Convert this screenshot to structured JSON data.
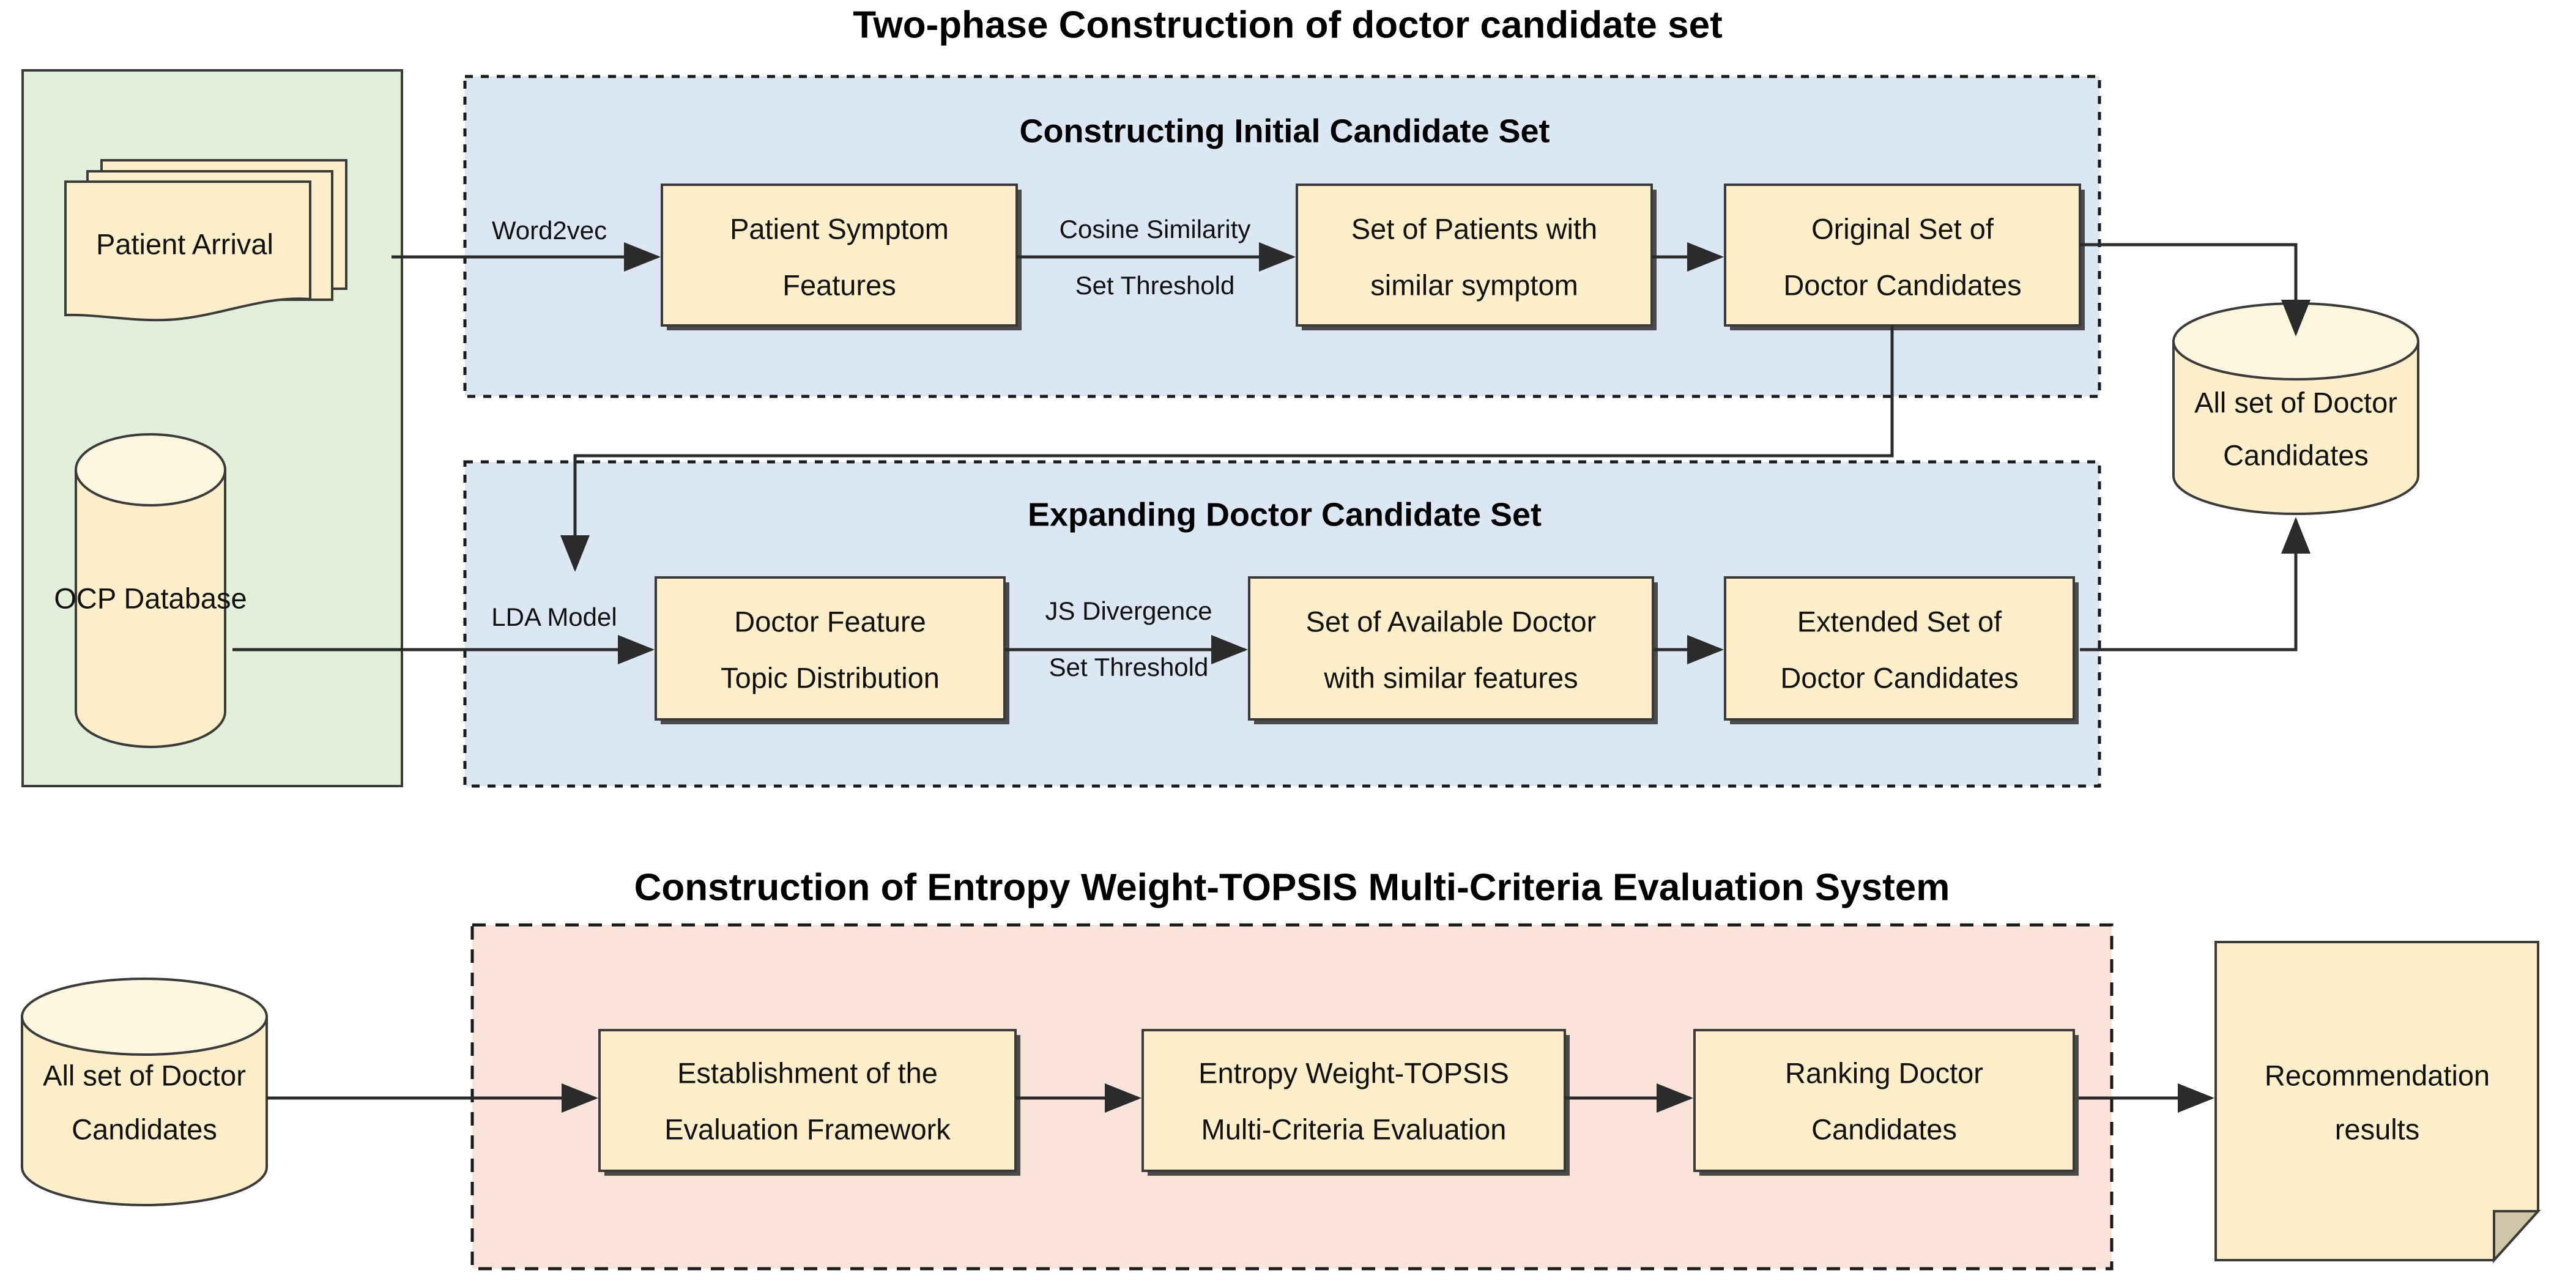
{
  "titles": {
    "main": "Two-phase Construction of doctor candidate set",
    "phase1": "Constructing Initial Candidate Set",
    "phase2": "Expanding Doctor Candidate Set",
    "bottom": "Construction of Entropy Weight-TOPSIS Multi-Criteria Evaluation System"
  },
  "sources": {
    "patient_arrival": "Patient  Arrival",
    "ocp_database": "OCP Database"
  },
  "phase1_nodes": [
    {
      "l1": "Patient Symptom",
      "l2": "Features"
    },
    {
      "l1": "Set of Patients with",
      "l2": "similar symptom"
    },
    {
      "l1": "Original Set  of",
      "l2": "Doctor Candidates"
    }
  ],
  "phase1_edges": [
    {
      "top": "Word2vec",
      "bottom": ""
    },
    {
      "top": "Cosine Similarity",
      "bottom": "Set Threshold"
    }
  ],
  "phase2_nodes": [
    {
      "l1": "Doctor Feature",
      "l2": "Topic Distribution"
    },
    {
      "l1": "Set of Available Doctor",
      "l2": "with similar features"
    },
    {
      "l1": "Extended Set of",
      "l2": "Doctor Candidates"
    }
  ],
  "phase2_edges": [
    {
      "top": "LDA Model",
      "bottom": ""
    },
    {
      "top": "JS Divergence",
      "bottom": "Set Threshold"
    }
  ],
  "store": {
    "all_set_top_l1": "All set of Doctor",
    "all_set_top_l2": "Candidates",
    "all_set_bottom_l1": "All set of Doctor",
    "all_set_bottom_l2": "Candidates"
  },
  "bottom_nodes": [
    {
      "l1": "Establishment of the",
      "l2": "Evaluation Framework"
    },
    {
      "l1": "Entropy Weight-TOPSIS",
      "l2": "Multi-Criteria Evaluation"
    },
    {
      "l1": "Ranking Doctor",
      "l2": "Candidates"
    }
  ],
  "output": {
    "l1": "Recommendation",
    "l2": "results"
  },
  "colors": {
    "box_fill": "#FCEFC9",
    "panel_green": "#E2EFDA",
    "panel_blue": "#DCE7F4",
    "panel_pink": "#FAE3D9",
    "stroke": "#3b3b3b"
  }
}
